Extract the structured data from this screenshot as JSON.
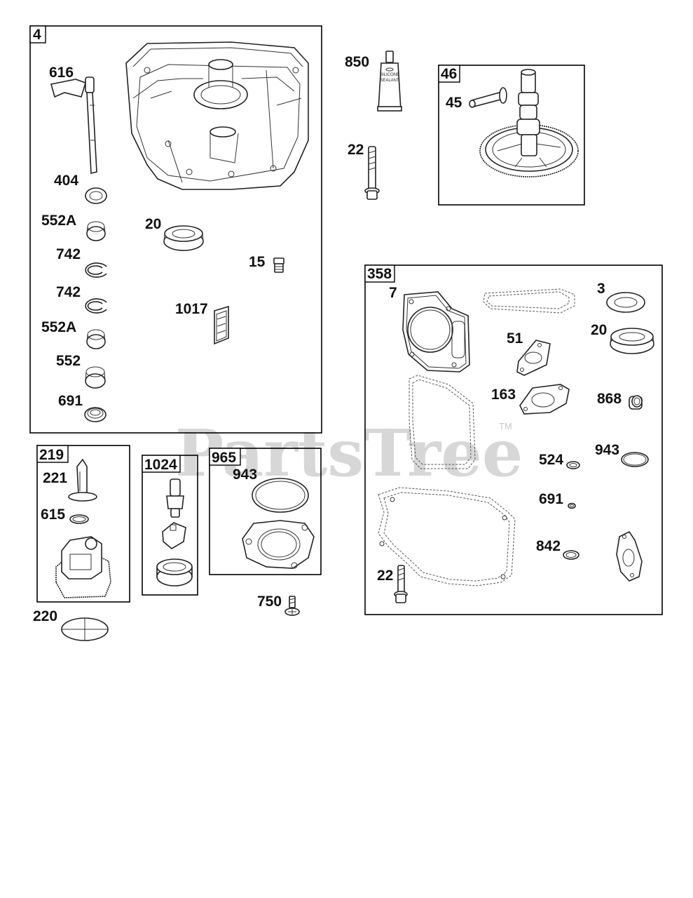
{
  "watermark": {
    "text": "PartsTree",
    "trademark": "TM"
  },
  "boxes": {
    "b4": "4",
    "b46": "46",
    "b358": "358",
    "b219": "219",
    "b1024": "1024",
    "b965": "965"
  },
  "labels": {
    "l616": "616",
    "l404": "404",
    "l552a_1": "552A",
    "l742_1": "742",
    "l742_2": "742",
    "l552a_2": "552A",
    "l552": "552",
    "l691_1": "691",
    "l20_1": "20",
    "l15": "15",
    "l1017": "1017",
    "l850": "850",
    "l22_1": "22",
    "l45": "45",
    "l7": "7",
    "l3": "3",
    "l20_2": "20",
    "l51": "51",
    "l163": "163",
    "l868": "868",
    "l524": "524",
    "l943_1": "943",
    "l691_2": "691",
    "l842": "842",
    "l22_2": "22",
    "l221": "221",
    "l615": "615",
    "l220": "220",
    "l943_2": "943",
    "l750": "750"
  },
  "sealant_tube": {
    "line1": "SILICONE",
    "line2": "SEALANT"
  }
}
